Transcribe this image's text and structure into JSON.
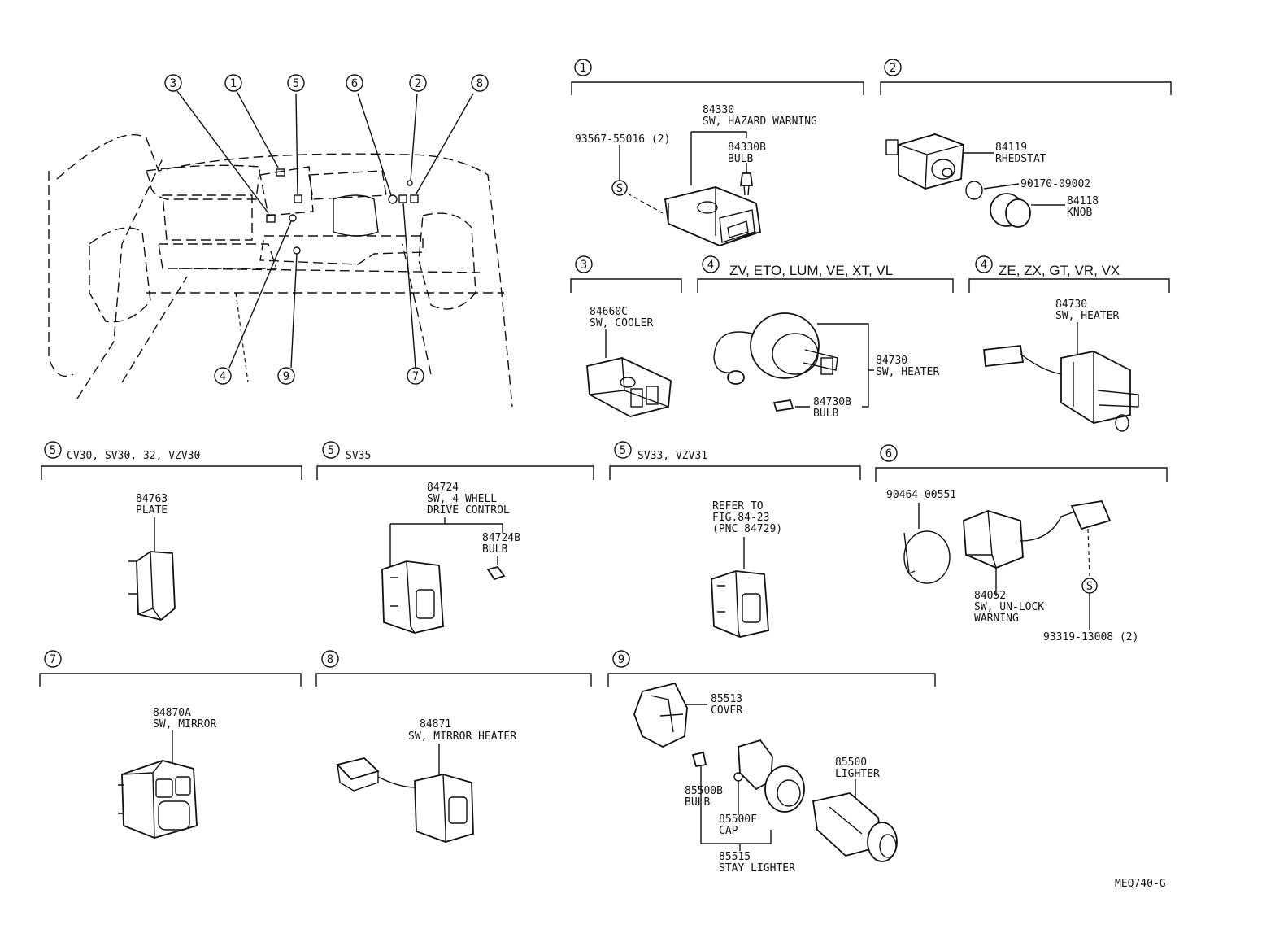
{
  "diagram": {
    "code": "MEQ740-G",
    "index_callouts": [
      "3",
      "1",
      "5",
      "6",
      "2",
      "8",
      "4",
      "9",
      "7"
    ],
    "sections": {
      "s1": {
        "num": "1",
        "parts": {
          "p84330": [
            "84330",
            "SW, HAZARD WARNING"
          ],
          "p84330b": [
            "84330B",
            "BULB"
          ],
          "screw": "93567-55016 (2)",
          "s_mark": "S"
        }
      },
      "s2": {
        "num": "2",
        "parts": {
          "p84119": [
            "84119",
            "RHEDSTAT"
          ],
          "p90170": "90170-09002",
          "p84118": [
            "84118",
            "KNOB"
          ]
        }
      },
      "s3": {
        "num": "3",
        "parts": {
          "p84660c": [
            "84660C",
            "SW, COOLER"
          ]
        }
      },
      "s4a": {
        "num": "4",
        "title": "ZV, ETO, LUM, VE, XT, VL",
        "parts": {
          "p84730": [
            "84730",
            "SW, HEATER"
          ],
          "p84730b": [
            "84730B",
            "BULB"
          ]
        }
      },
      "s4b": {
        "num": "4",
        "title": "ZE, ZX, GT, VR, VX",
        "parts": {
          "p84730": [
            "84730",
            "SW, HEATER"
          ]
        }
      },
      "s5a": {
        "num": "5",
        "title": "CV30, SV30, 32, VZV30",
        "parts": {
          "p84763": [
            "84763",
            "PLATE"
          ]
        }
      },
      "s5b": {
        "num": "5",
        "title": "SV35",
        "parts": {
          "p84724": [
            "84724",
            "SW, 4 WHELL",
            "DRIVE CONTROL"
          ],
          "p84724b": [
            "84724B",
            "BULB"
          ]
        }
      },
      "s5c": {
        "num": "5",
        "title": "SV33, VZV31",
        "parts": {
          "refer": [
            "REFER TO",
            "FIG.84-23",
            "(PNC 84729)"
          ]
        }
      },
      "s6": {
        "num": "6",
        "parts": {
          "p90464": "90464-00551",
          "p84052": [
            "84052",
            "SW, UN-LOCK",
            "WARNING"
          ],
          "p93319": "93319-13008 (2)",
          "s_mark": "S"
        }
      },
      "s7": {
        "num": "7",
        "parts": {
          "p84870a": [
            "84870A",
            "SW, MIRROR"
          ]
        }
      },
      "s8": {
        "num": "8",
        "parts": {
          "p84871": [
            "84871",
            "SW, MIRROR HEATER"
          ]
        }
      },
      "s9": {
        "num": "9",
        "parts": {
          "p85513": [
            "85513",
            "COVER"
          ],
          "p85500b": [
            "85500B",
            "BULB"
          ],
          "p85500f": [
            "85500F",
            "CAP"
          ],
          "p85515": [
            "85515",
            "STAY LIGHTER"
          ],
          "p85500": [
            "85500",
            "LIGHTER"
          ]
        }
      }
    }
  }
}
